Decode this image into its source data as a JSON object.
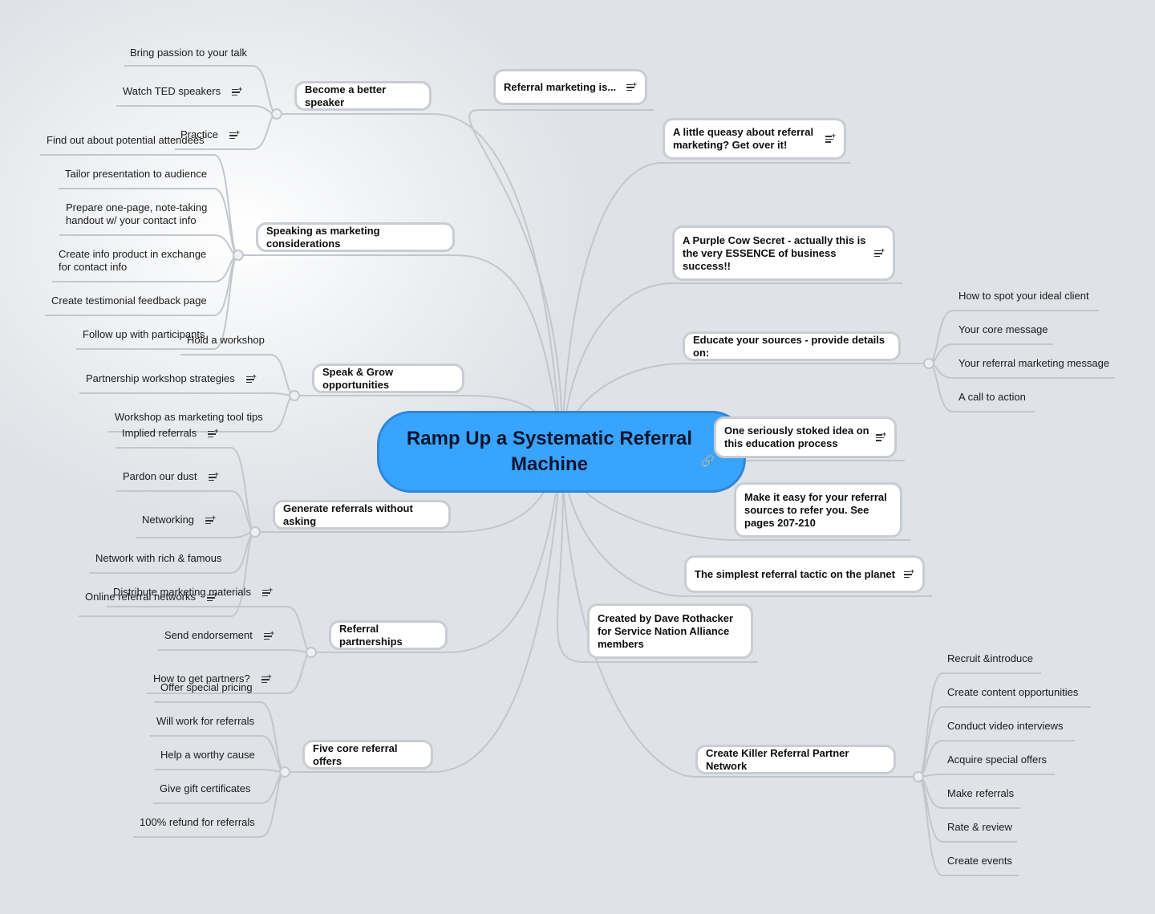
{
  "central": {
    "title": "Ramp Up a Systematic Referral Machine"
  },
  "colors": {
    "central_fill": "#39a4fd",
    "connector": "#c3c6cb",
    "node_border": "#c9ccd1"
  },
  "icons": {
    "note": "note-icon",
    "link": "link-icon"
  },
  "left": {
    "speaker": {
      "title": "Become a better speaker",
      "children": [
        "Bring passion to your talk",
        "Watch TED speakers",
        "Practice"
      ]
    },
    "speaking": {
      "title": "Speaking as marketing considerations",
      "children": [
        "Find out about potential attendees",
        "Tailor presentation to audience",
        "Prepare one-page, note-taking handout w/ your contact info",
        "Create info product in exchange for contact info",
        "Create testimonial feedback page",
        "Follow up with participants"
      ]
    },
    "speakgrow": {
      "title": "Speak & Grow opportunities",
      "children": [
        "Hold a workshop",
        "Partnership workshop strategies",
        "Workshop as marketing tool tips"
      ]
    },
    "generate": {
      "title": "Generate referrals without asking",
      "children": [
        "Implied referrals",
        "Pardon our dust",
        "Networking",
        "Network with rich & famous",
        "Online referral networks"
      ]
    },
    "partnerships": {
      "title": "Referral partnerships",
      "children": [
        "Distribute marketing materials",
        "Send endorsement",
        "How to get partners?"
      ]
    },
    "offers": {
      "title": "Five core referral offers",
      "children": [
        "Offer special pricing",
        "Will work for referrals",
        "Help a worthy cause",
        "Give gift certificates",
        "100% refund for referrals"
      ]
    }
  },
  "right": {
    "is": {
      "title": "Referral marketing is..."
    },
    "queasy": {
      "title": "A little queasy about referral marketing? Get over it!"
    },
    "purple": {
      "title": "A Purple Cow Secret - actually this is the very ESSENCE of business success!!"
    },
    "educate": {
      "title": "Educate your sources - provide details on:",
      "children": [
        "How to spot your ideal client",
        "Your core message",
        "Your referral marketing message",
        "A call to action"
      ]
    },
    "stoked": {
      "title": "One seriously stoked idea on this education process"
    },
    "easy": {
      "title": "Make it easy for your referral sources to refer you. See pages 207-210"
    },
    "simplest": {
      "title": "The simplest referral tactic on the planet"
    },
    "created": {
      "title": "Created by Dave Rothacker for Service Nation Alliance members"
    },
    "killer": {
      "title": "Create Killer Referral Partner Network",
      "children": [
        "Recruit &introduce",
        "Create content opportunities",
        "Conduct video interviews",
        "Acquire special offers",
        "Make referrals",
        "Rate & review",
        "Create events"
      ]
    }
  }
}
